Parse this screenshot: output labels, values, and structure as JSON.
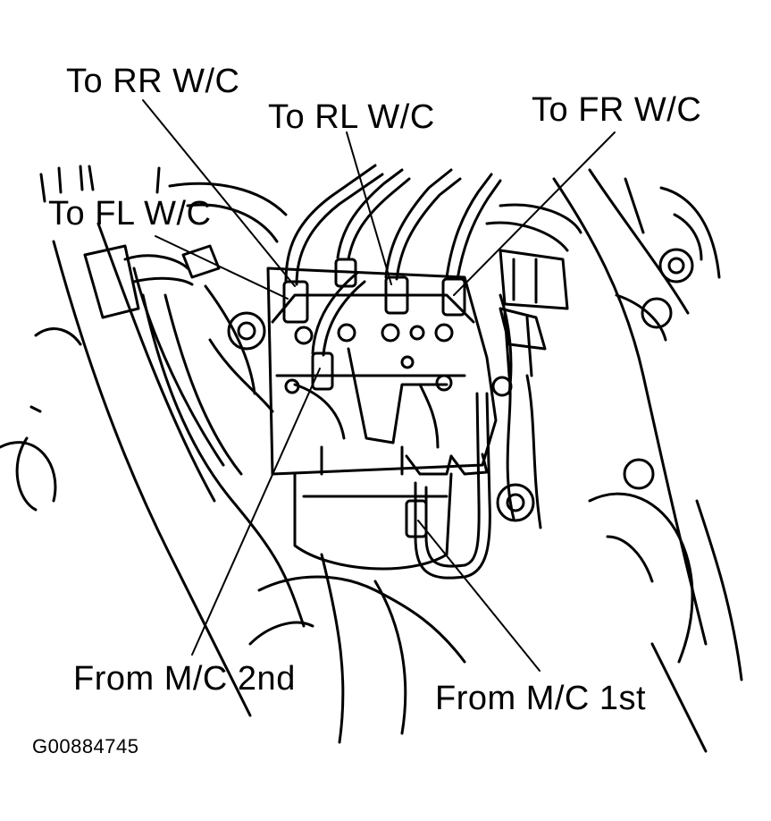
{
  "callouts": {
    "to_rr": "To RR W/C",
    "to_rl": "To RL W/C",
    "to_fr": "To FR W/C",
    "to_fl": "To FL W/C",
    "from_mc_2nd": "From M/C 2nd",
    "from_mc_1st": "From M/C 1st"
  },
  "figure_id": "G00884745",
  "colors": {
    "ink": "#000000",
    "paper": "#ffffff"
  }
}
